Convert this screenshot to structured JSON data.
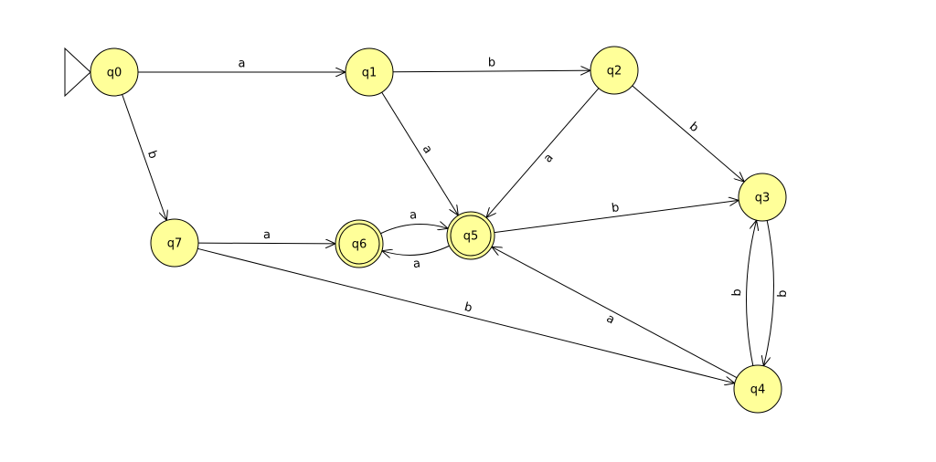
{
  "colors": {
    "state_fill": "#ffff99",
    "stroke": "#000000",
    "background": "#ffffff"
  },
  "automaton": {
    "initial_state": "q0",
    "states": [
      {
        "id": "q0",
        "label": "q0",
        "accepting": false
      },
      {
        "id": "q1",
        "label": "q1",
        "accepting": false
      },
      {
        "id": "q2",
        "label": "q2",
        "accepting": false
      },
      {
        "id": "q3",
        "label": "q3",
        "accepting": false
      },
      {
        "id": "q4",
        "label": "q4",
        "accepting": false
      },
      {
        "id": "q5",
        "label": "q5",
        "accepting": true
      },
      {
        "id": "q6",
        "label": "q6",
        "accepting": true
      },
      {
        "id": "q7",
        "label": "q7",
        "accepting": false
      }
    ],
    "transitions": [
      {
        "from": "q0",
        "to": "q1",
        "symbol": "a"
      },
      {
        "from": "q0",
        "to": "q7",
        "symbol": "b"
      },
      {
        "from": "q1",
        "to": "q2",
        "symbol": "b"
      },
      {
        "from": "q1",
        "to": "q5",
        "symbol": "a"
      },
      {
        "from": "q2",
        "to": "q5",
        "symbol": "a"
      },
      {
        "from": "q2",
        "to": "q3",
        "symbol": "b"
      },
      {
        "from": "q5",
        "to": "q3",
        "symbol": "b"
      },
      {
        "from": "q7",
        "to": "q6",
        "symbol": "a"
      },
      {
        "from": "q7",
        "to": "q4",
        "symbol": "b"
      },
      {
        "from": "q6",
        "to": "q5",
        "symbol": "a"
      },
      {
        "from": "q5",
        "to": "q6",
        "symbol": "a"
      },
      {
        "from": "q4",
        "to": "q5",
        "symbol": "a"
      },
      {
        "from": "q3",
        "to": "q4",
        "symbol": "b"
      },
      {
        "from": "q4",
        "to": "q3",
        "symbol": "b"
      }
    ]
  }
}
